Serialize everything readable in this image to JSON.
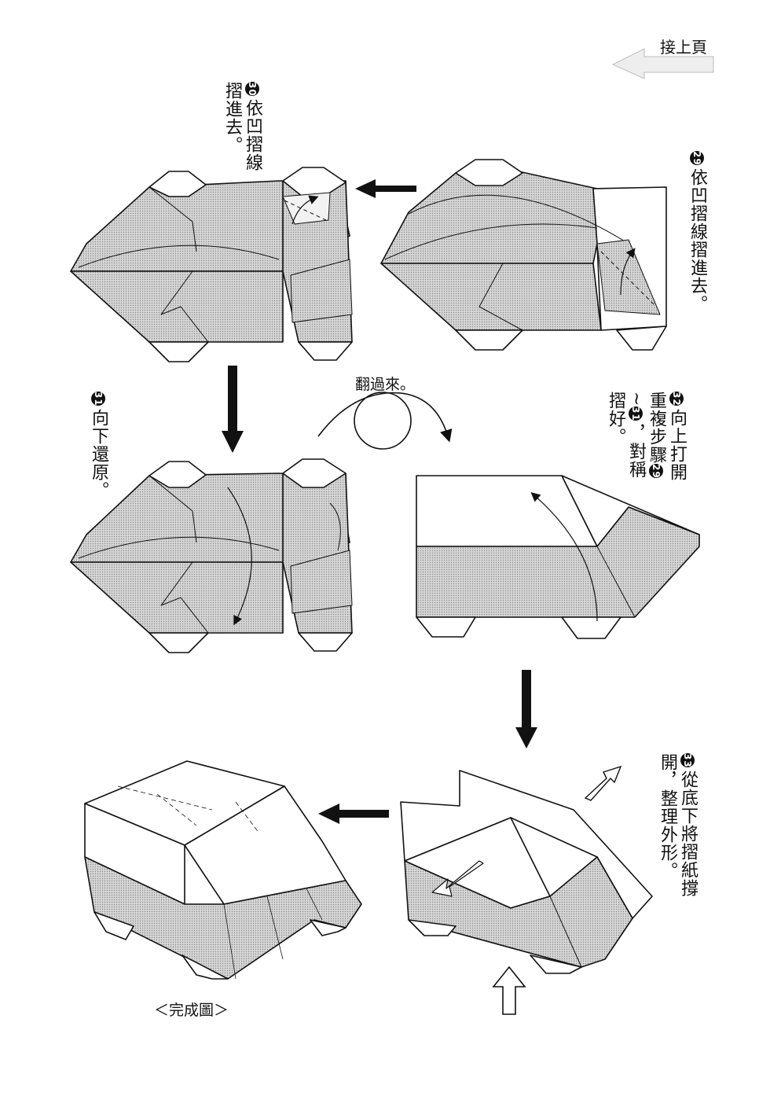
{
  "header": {
    "continue_label": "接上頁"
  },
  "steps": [
    {
      "number": "29",
      "text": "依凹摺線摺進去。"
    },
    {
      "number": "30",
      "text": "依凹摺線摺進去。"
    },
    {
      "number": "31",
      "text": "向下還原。"
    },
    {
      "number": "32",
      "text": "向上打開重複步驟",
      "range_start": "29",
      "range_sep": "~",
      "range_end": "31",
      "text_after": "，對稱摺好。"
    },
    {
      "number": "33",
      "text": "從底下將摺紙撐開，整理外形。"
    }
  ],
  "flip_label": "翻過來。",
  "complete_label": "＜完成圖＞",
  "colors": {
    "ink": "#111111",
    "shade": "#c9c9c9",
    "paper": "#ffffff"
  }
}
